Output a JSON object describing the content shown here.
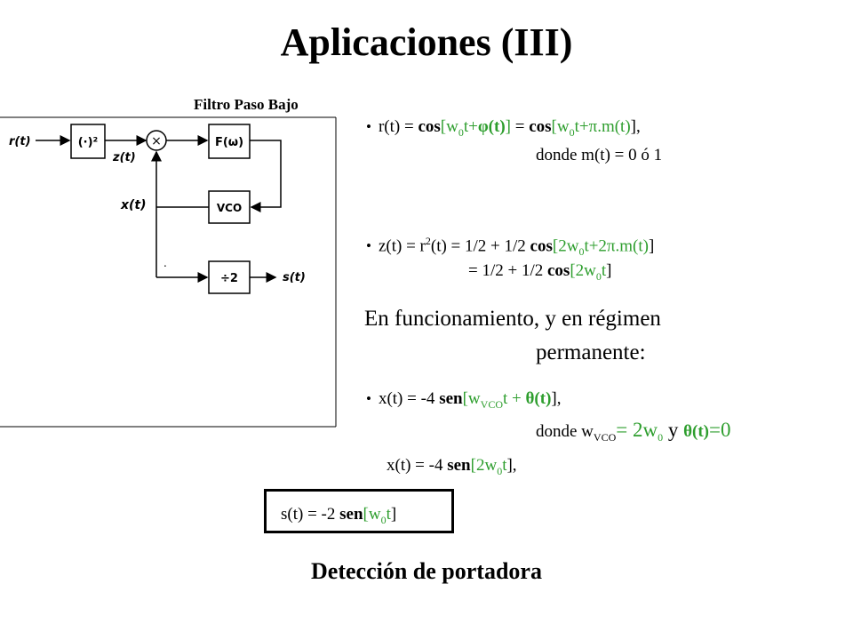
{
  "title": "Aplicaciones (III)",
  "diagram": {
    "filter_caption": "Filtro Paso Bajo",
    "blocks": {
      "squarer": "(·)²",
      "multiplier": "×",
      "filter": "F(ω)",
      "vco": "VCO",
      "divider": "÷2"
    },
    "signals": {
      "input": "r(t)",
      "squared": "z(t)",
      "vco_out": "x(t)",
      "output": "s(t)"
    },
    "marker": "."
  },
  "eq1": {
    "lhs": "r(t) = ",
    "cos1": "cos",
    "arg1": "[w",
    "arg1_sub": "0",
    "arg1_t": "t+",
    "phi": "φ(t)",
    "close1": "]",
    "eqsign": " = ",
    "cos2": "cos",
    "arg2": "[w",
    "arg2_sub": "0",
    "arg2_t": "t+π.m(t)",
    "close2": "],",
    "cont": "donde m(t) = 0 ó 1"
  },
  "eq2": {
    "lhs": "z(t) = r",
    "sup": "2",
    "mid": "(t) = 1/2 + 1/2 ",
    "cos": "cos",
    "arg": "[2w",
    "arg_sub": "0",
    "arg_t": "t+2π.m(t)",
    "close": "]",
    "cont_pre": "= 1/2 + 1/2 ",
    "cont_cos": "cos",
    "cont_arg": "[2w",
    "cont_sub": "0",
    "cont_t": "t",
    "cont_close": "]"
  },
  "para": {
    "line1": "En funcionamiento,  y en régimen",
    "line2": "permanente:"
  },
  "eq3": {
    "lhs": "x(t) = -4 ",
    "sen": "sen",
    "arg": "[w",
    "arg_sub": "VCO",
    "arg_t": "t + ",
    "theta": "θ(t)",
    "close": "],",
    "cont_pre": "donde w",
    "cont_sub": "VCO",
    "cont_eq": "= 2w",
    "cont_sub2": "0",
    "cont_y": " y ",
    "cont_theta": "θ(t)",
    "cont_zero": "=0"
  },
  "eq4": {
    "lhs": "x(t) = -4 ",
    "sen": "sen",
    "arg": "[2w",
    "arg_sub": "0",
    "arg_t": "t",
    "close": "],"
  },
  "boxed": {
    "lhs": "s(t) = -2 ",
    "sen": "sen",
    "arg": "[w",
    "arg_sub": "0",
    "arg_t": "t",
    "close": "]"
  },
  "caption": "Detección de portadora",
  "colors": {
    "accent_green": "#2e9e2e",
    "text": "#000000",
    "background": "#ffffff"
  }
}
